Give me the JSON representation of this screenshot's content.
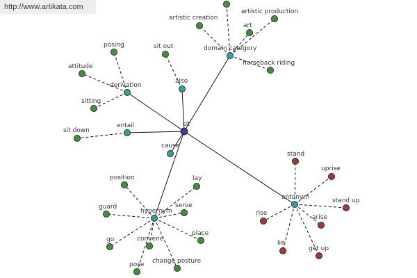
{
  "watermark": "http://www.artikata.com",
  "colors": {
    "center": "#3b3f9a",
    "relation": "#3d9a9a",
    "synonym": "#3f8f3f",
    "antonym": "#9a3b3b",
    "edge": "#111111"
  },
  "graph": {
    "center": {
      "id": "sit",
      "label": "sit"
    },
    "relations": [
      {
        "id": "domain-category",
        "label": "domain category",
        "children": [
          {
            "id": "dc-blank",
            "label": ""
          },
          {
            "id": "artistic-creation",
            "label": "artistic creation"
          },
          {
            "id": "artistic-production",
            "label": "artistic production"
          },
          {
            "id": "art",
            "label": "art"
          },
          {
            "id": "horseback-riding",
            "label": "horseback riding"
          }
        ]
      },
      {
        "id": "derivation",
        "label": "derivation",
        "children": [
          {
            "id": "posing",
            "label": "posing"
          },
          {
            "id": "attitude",
            "label": "attitude"
          },
          {
            "id": "sitting",
            "label": "sitting"
          }
        ]
      },
      {
        "id": "also",
        "label": "also",
        "children": [
          {
            "id": "sit-out",
            "label": "sit out"
          }
        ]
      },
      {
        "id": "entail",
        "label": "entail",
        "children": [
          {
            "id": "sit-down",
            "label": "sit down"
          }
        ]
      },
      {
        "id": "cause",
        "label": "cause",
        "children": []
      },
      {
        "id": "hypernym",
        "label": "hypernym",
        "children": [
          {
            "id": "position",
            "label": "position"
          },
          {
            "id": "lay",
            "label": "lay"
          },
          {
            "id": "serve",
            "label": "serve"
          },
          {
            "id": "guard",
            "label": "guard"
          },
          {
            "id": "place",
            "label": "place"
          },
          {
            "id": "convene",
            "label": "convene"
          },
          {
            "id": "go",
            "label": "go"
          },
          {
            "id": "pose",
            "label": "pose"
          },
          {
            "id": "change-posture",
            "label": "change posture"
          }
        ]
      },
      {
        "id": "antonym",
        "label": "antonym",
        "antonym": true,
        "children": [
          {
            "id": "stand",
            "label": "stand"
          },
          {
            "id": "uprise",
            "label": "uprise"
          },
          {
            "id": "stand-up",
            "label": "stand up"
          },
          {
            "id": "rise",
            "label": "rise"
          },
          {
            "id": "arise",
            "label": "arise"
          },
          {
            "id": "lie",
            "label": "lie"
          },
          {
            "id": "get-up",
            "label": "get up"
          }
        ]
      }
    ]
  }
}
